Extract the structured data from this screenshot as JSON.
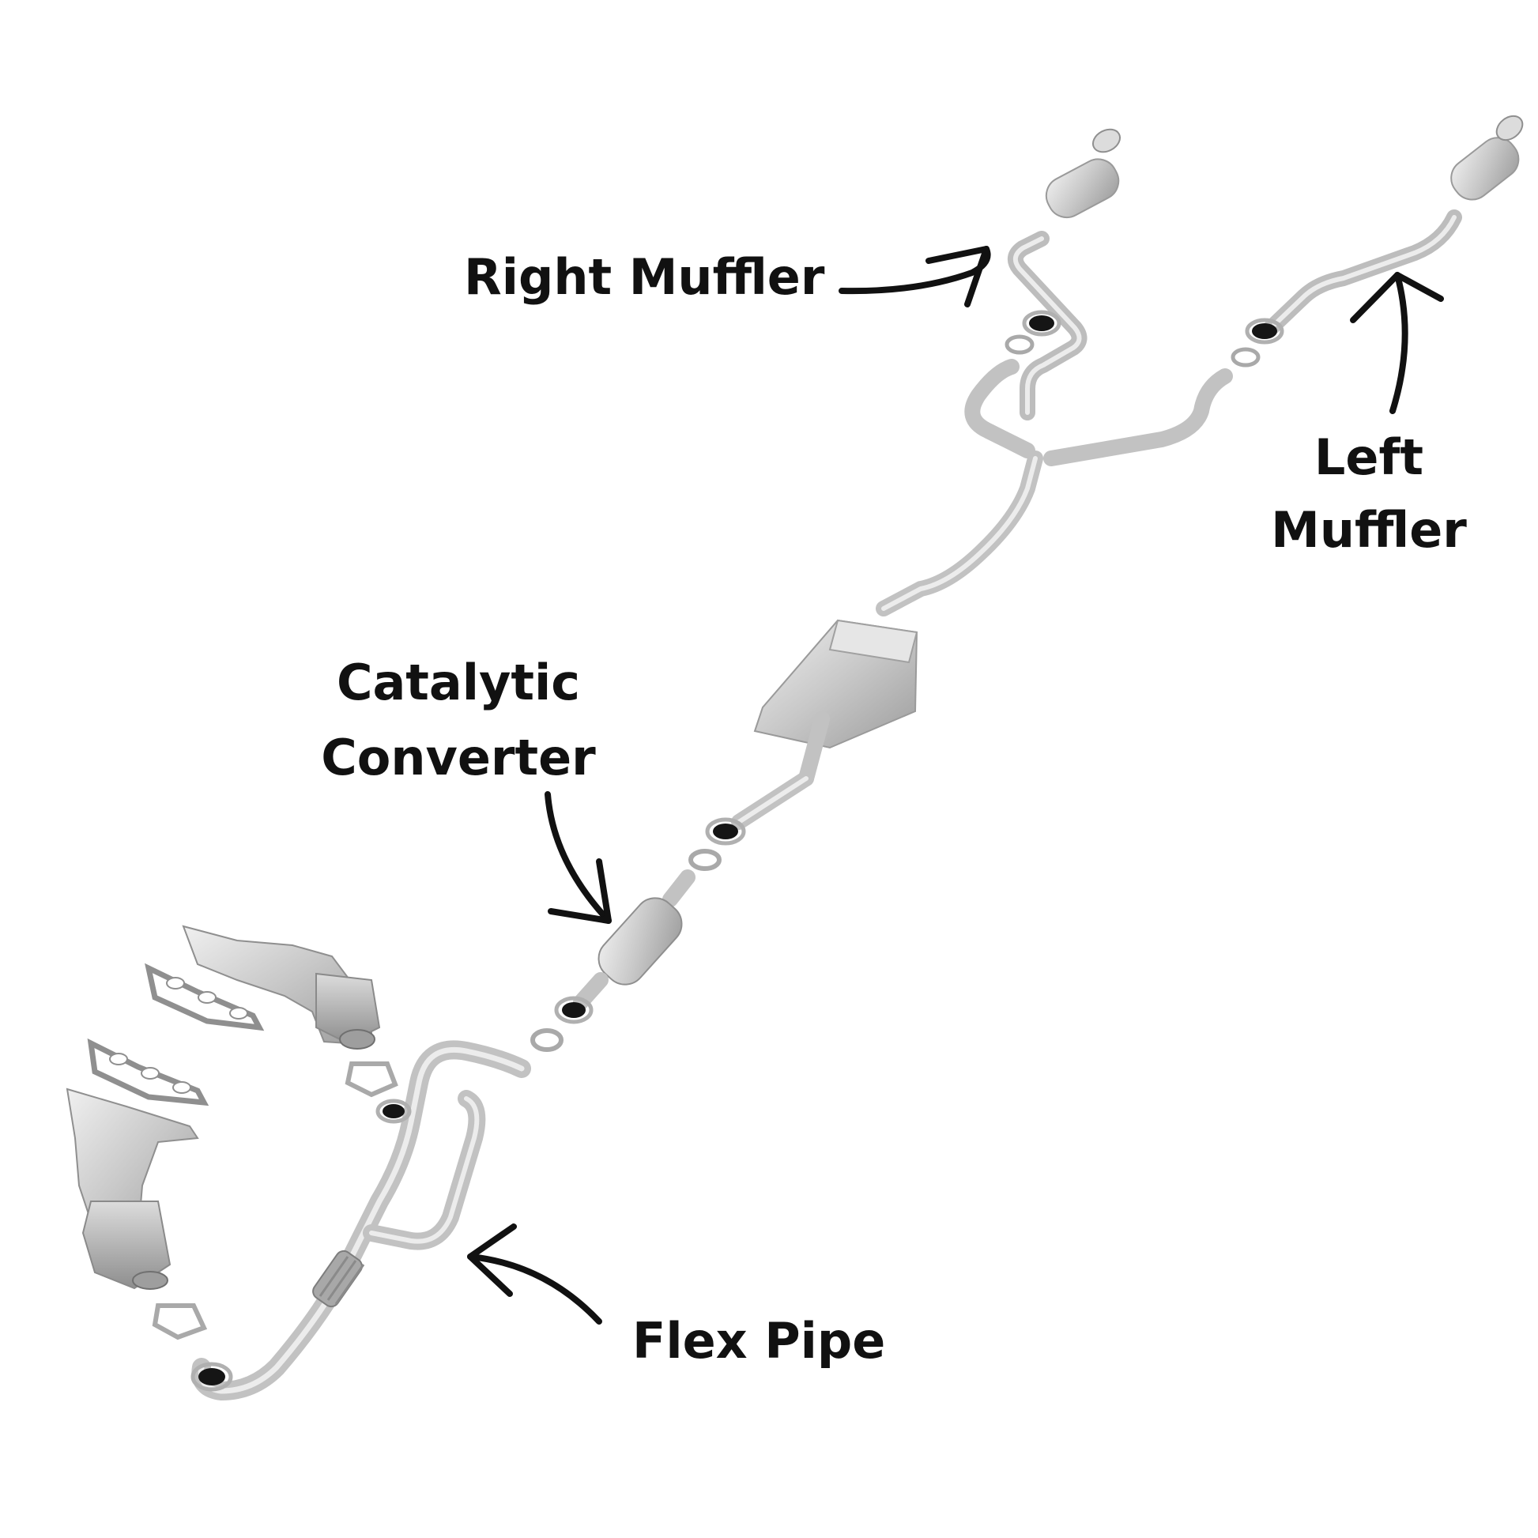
{
  "labels": {
    "right_muffler": "Right Muffler",
    "left_muffler_line1": "Left",
    "left_muffler_line2": "Muffler",
    "catalytic_line1": "Catalytic",
    "catalytic_line2": "Converter",
    "flex_pipe": "Flex Pipe"
  },
  "colors": {
    "label_text": "#111111",
    "arrow": "#111111",
    "pipe_metal": "#c4c4c4",
    "pipe_highlight": "#e8e8e8",
    "pipe_shadow": "#9a9a9a",
    "gasket": "#b5b5b5",
    "background": "#ffffff"
  }
}
